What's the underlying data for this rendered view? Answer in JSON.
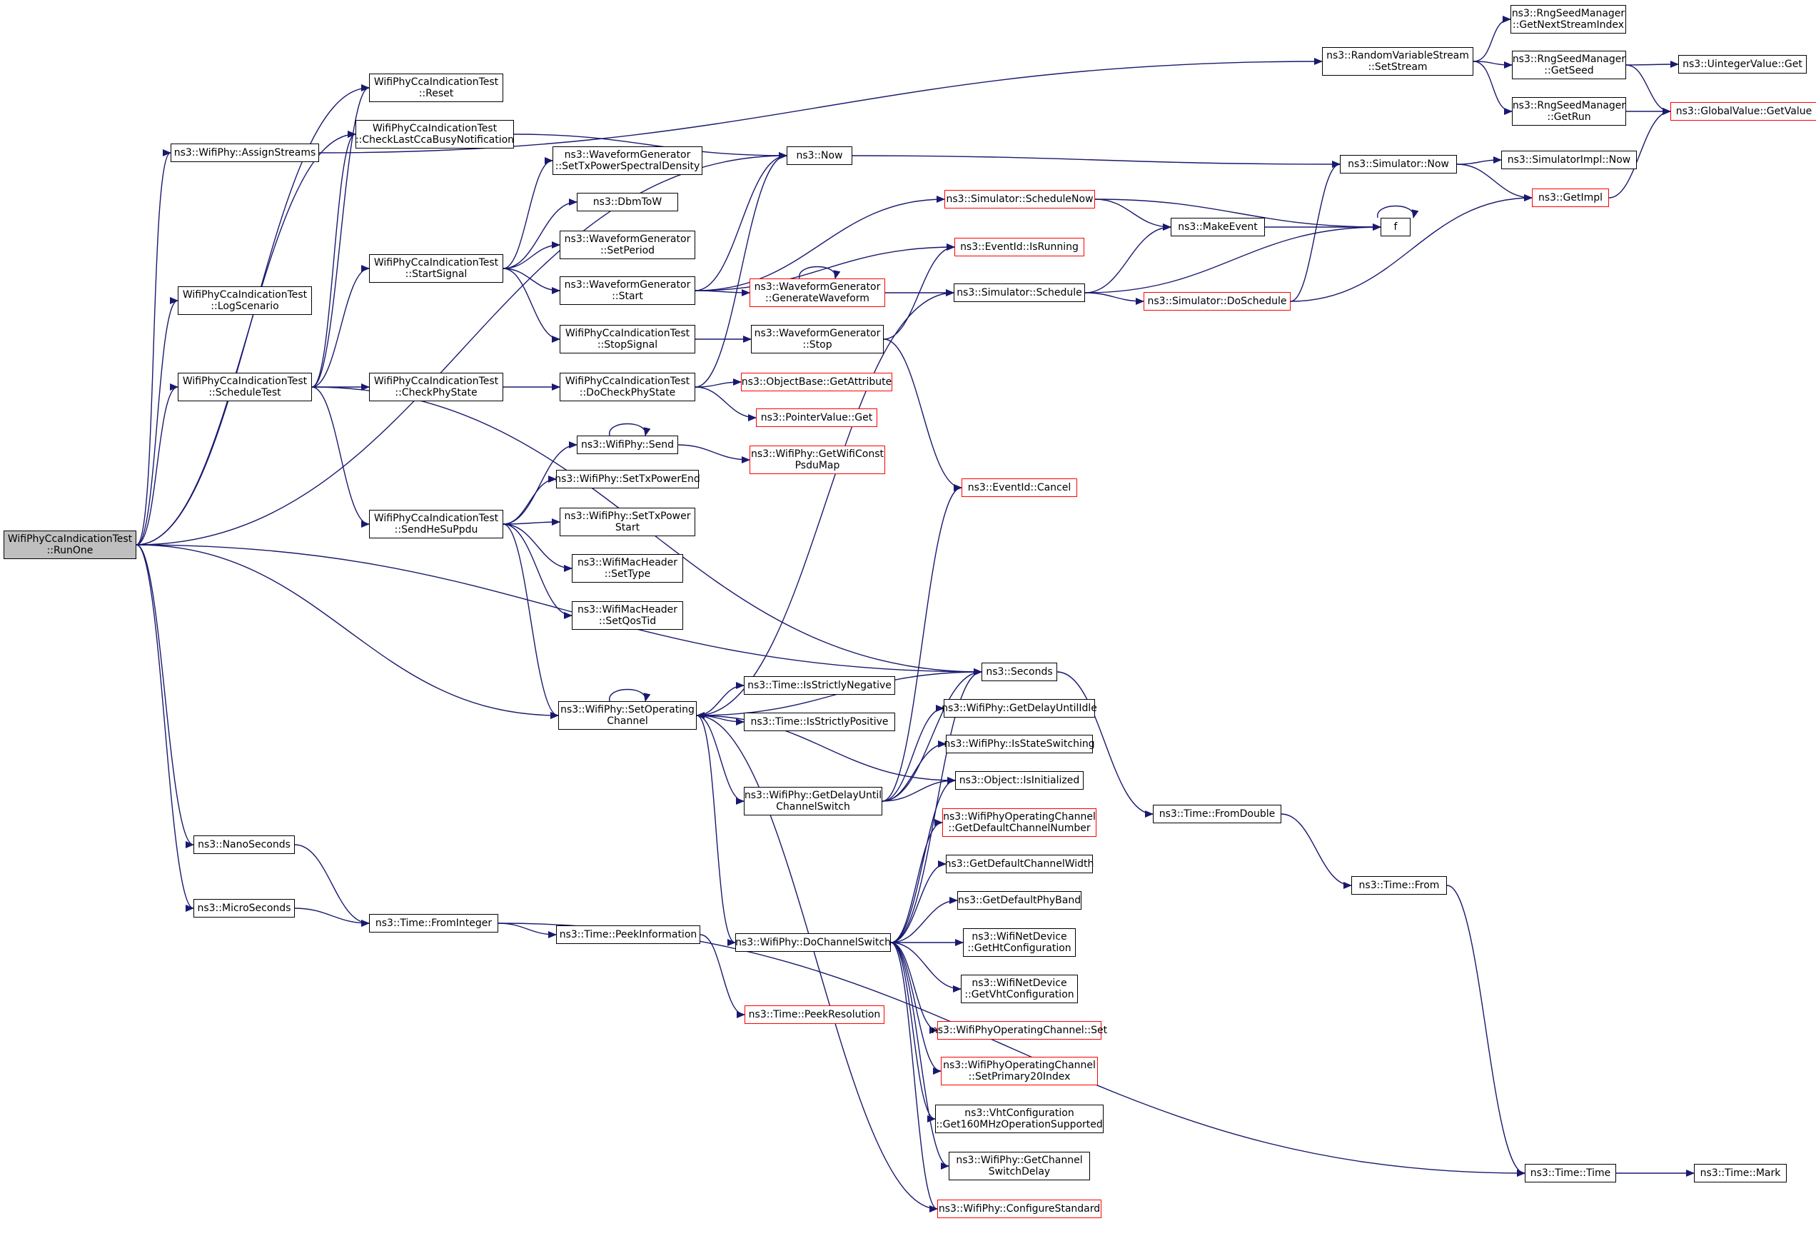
{
  "colors": {
    "edge": "#191970",
    "normal_border": "#000000",
    "truncated_border": "#ff0000",
    "root_fill": "#bfbfbf"
  },
  "nodes": [
    {
      "id": "n0",
      "lines": [
        "WifiPhyCcaIndicationTest",
        "::RunOne"
      ],
      "root": true
    },
    {
      "id": "n1",
      "lines": [
        "ns3::WifiPhy::AssignStreams"
      ]
    },
    {
      "id": "n2",
      "lines": [
        "WifiPhyCcaIndicationTest",
        "::LogScenario"
      ]
    },
    {
      "id": "n3",
      "lines": [
        "WifiPhyCcaIndicationTest",
        "::ScheduleTest"
      ]
    },
    {
      "id": "n4",
      "lines": [
        "ns3::NanoSeconds"
      ]
    },
    {
      "id": "n5",
      "lines": [
        "ns3::MicroSeconds"
      ]
    },
    {
      "id": "n6",
      "lines": [
        "ns3::RandomVariableStream",
        "::SetStream"
      ]
    },
    {
      "id": "n7",
      "lines": [
        "WifiPhyCcaIndicationTest",
        "::Reset"
      ]
    },
    {
      "id": "n8",
      "lines": [
        "WifiPhyCcaIndicationTest",
        "::CheckLastCcaBusyNotification"
      ]
    },
    {
      "id": "n9",
      "lines": [
        "WifiPhyCcaIndicationTest",
        "::StartSignal"
      ]
    },
    {
      "id": "n10",
      "lines": [
        "WifiPhyCcaIndicationTest",
        "::CheckPhyState"
      ]
    },
    {
      "id": "n11",
      "lines": [
        "WifiPhyCcaIndicationTest",
        "::SendHeSuPpdu"
      ]
    },
    {
      "id": "n12",
      "lines": [
        "ns3::WifiPhy::SetOperating",
        "Channel"
      ]
    },
    {
      "id": "n13",
      "lines": [
        "ns3::Time::FromInteger"
      ]
    },
    {
      "id": "n14",
      "lines": [
        "ns3::WaveformGenerator",
        "::SetTxPowerSpectralDensity"
      ]
    },
    {
      "id": "n15",
      "lines": [
        "ns3::DbmToW"
      ]
    },
    {
      "id": "n16",
      "lines": [
        "ns3::WaveformGenerator",
        "::SetPeriod"
      ]
    },
    {
      "id": "n17",
      "lines": [
        "ns3::WaveformGenerator",
        "::Start"
      ]
    },
    {
      "id": "n18",
      "lines": [
        "WifiPhyCcaIndicationTest",
        "::StopSignal"
      ]
    },
    {
      "id": "n19",
      "lines": [
        "WifiPhyCcaIndicationTest",
        "::DoCheckPhyState"
      ]
    },
    {
      "id": "n20",
      "lines": [
        "ns3::WifiPhy::Send"
      ]
    },
    {
      "id": "n21",
      "lines": [
        "ns3::WifiPhy::SetTxPowerEnd"
      ]
    },
    {
      "id": "n22",
      "lines": [
        "ns3::WifiPhy::SetTxPower",
        "Start"
      ]
    },
    {
      "id": "n23",
      "lines": [
        "ns3::WifiMacHeader",
        "::SetType"
      ]
    },
    {
      "id": "n24",
      "lines": [
        "ns3::WifiMacHeader",
        "::SetQosTid"
      ]
    },
    {
      "id": "n25",
      "lines": [
        "ns3::Time::IsStrictlyNegative"
      ]
    },
    {
      "id": "n26",
      "lines": [
        "ns3::Time::IsStrictlyPositive"
      ]
    },
    {
      "id": "n27",
      "lines": [
        "ns3::WifiPhy::GetDelayUntil",
        "ChannelSwitch"
      ]
    },
    {
      "id": "n28",
      "lines": [
        "ns3::WifiPhy::DoChannelSwitch"
      ]
    },
    {
      "id": "n29",
      "lines": [
        "ns3::Time::PeekInformation"
      ]
    },
    {
      "id": "n30",
      "lines": [
        "ns3::Now"
      ]
    },
    {
      "id": "n31",
      "lines": [
        "ns3::Simulator::ScheduleNow"
      ],
      "red": true
    },
    {
      "id": "n32",
      "lines": [
        "ns3::EventId::IsRunning"
      ],
      "red": true
    },
    {
      "id": "n33",
      "lines": [
        "ns3::WaveformGenerator",
        "::GenerateWaveform"
      ],
      "red": true
    },
    {
      "id": "n34",
      "lines": [
        "ns3::WaveformGenerator",
        "::Stop"
      ]
    },
    {
      "id": "n35",
      "lines": [
        "ns3::ObjectBase::GetAttribute"
      ],
      "red": true
    },
    {
      "id": "n36",
      "lines": [
        "ns3::PointerValue::Get"
      ],
      "red": true
    },
    {
      "id": "n37",
      "lines": [
        "ns3::WifiPhy::GetWifiConst",
        "PsduMap"
      ],
      "red": true
    },
    {
      "id": "n38",
      "lines": [
        "ns3::EventId::Cancel"
      ],
      "red": true
    },
    {
      "id": "n39",
      "lines": [
        "ns3::Seconds"
      ]
    },
    {
      "id": "n40",
      "lines": [
        "ns3::WifiPhy::GetDelayUntilIdle"
      ]
    },
    {
      "id": "n41",
      "lines": [
        "ns3::WifiPhy::IsStateSwitching"
      ]
    },
    {
      "id": "n42",
      "lines": [
        "ns3::Object::IsInitialized"
      ]
    },
    {
      "id": "n43",
      "lines": [
        "ns3::WifiPhyOperatingChannel",
        "::GetDefaultChannelNumber"
      ],
      "red": true
    },
    {
      "id": "n44",
      "lines": [
        "ns3::GetDefaultChannelWidth"
      ]
    },
    {
      "id": "n45",
      "lines": [
        "ns3::GetDefaultPhyBand"
      ]
    },
    {
      "id": "n46",
      "lines": [
        "ns3::WifiNetDevice",
        "::GetHtConfiguration"
      ]
    },
    {
      "id": "n47",
      "lines": [
        "ns3::WifiNetDevice",
        "::GetVhtConfiguration"
      ]
    },
    {
      "id": "n48",
      "lines": [
        "ns3::WifiPhyOperatingChannel::Set"
      ],
      "red": true
    },
    {
      "id": "n49",
      "lines": [
        "ns3::WifiPhyOperatingChannel",
        "::SetPrimary20Index"
      ],
      "red": true
    },
    {
      "id": "n50",
      "lines": [
        "ns3::VhtConfiguration",
        "::Get160MHzOperationSupported"
      ]
    },
    {
      "id": "n51",
      "lines": [
        "ns3::WifiPhy::GetChannel",
        "SwitchDelay"
      ]
    },
    {
      "id": "n52",
      "lines": [
        "ns3::WifiPhy::ConfigureStandard"
      ],
      "red": true
    },
    {
      "id": "n53",
      "lines": [
        "ns3::Time::PeekResolution"
      ],
      "red": true
    },
    {
      "id": "n54",
      "lines": [
        "ns3::Simulator::Schedule"
      ]
    },
    {
      "id": "n55",
      "lines": [
        "ns3::Simulator::DoSchedule"
      ],
      "red": true
    },
    {
      "id": "n56",
      "lines": [
        "ns3::MakeEvent"
      ]
    },
    {
      "id": "n57",
      "lines": [
        "f"
      ]
    },
    {
      "id": "n58",
      "lines": [
        "ns3::Simulator::Now"
      ]
    },
    {
      "id": "n59",
      "lines": [
        "ns3::SimulatorImpl::Now"
      ]
    },
    {
      "id": "n60",
      "lines": [
        "ns3::GetImpl"
      ],
      "red": true
    },
    {
      "id": "n61",
      "lines": [
        "ns3::RngSeedManager",
        "::GetNextStreamIndex"
      ]
    },
    {
      "id": "n62",
      "lines": [
        "ns3::RngSeedManager",
        "::GetSeed"
      ]
    },
    {
      "id": "n63",
      "lines": [
        "ns3::RngSeedManager",
        "::GetRun"
      ]
    },
    {
      "id": "n64",
      "lines": [
        "ns3::UintegerValue::Get"
      ]
    },
    {
      "id": "n65",
      "lines": [
        "ns3::GlobalValue::GetValue"
      ],
      "red": true
    },
    {
      "id": "n66",
      "lines": [
        "ns3::Time::FromDouble"
      ]
    },
    {
      "id": "n67",
      "lines": [
        "ns3::Time::From"
      ]
    },
    {
      "id": "n68",
      "lines": [
        "ns3::Time::Time"
      ]
    },
    {
      "id": "n69",
      "lines": [
        "ns3::Time::Mark"
      ]
    }
  ],
  "edges": [
    [
      "n0",
      "n1"
    ],
    [
      "n0",
      "n2"
    ],
    [
      "n0",
      "n3"
    ],
    [
      "n0",
      "n4"
    ],
    [
      "n0",
      "n5"
    ],
    [
      "n0",
      "n7"
    ],
    [
      "n0",
      "n8"
    ],
    [
      "n0",
      "n12"
    ],
    [
      "n0",
      "n39"
    ],
    [
      "n0",
      "n30"
    ],
    [
      "n1",
      "n6"
    ],
    [
      "n3",
      "n7"
    ],
    [
      "n3",
      "n8"
    ],
    [
      "n3",
      "n9"
    ],
    [
      "n3",
      "n10"
    ],
    [
      "n3",
      "n11"
    ],
    [
      "n3",
      "n39"
    ],
    [
      "n4",
      "n13"
    ],
    [
      "n5",
      "n13"
    ],
    [
      "n6",
      "n61"
    ],
    [
      "n6",
      "n62"
    ],
    [
      "n6",
      "n63"
    ],
    [
      "n62",
      "n64"
    ],
    [
      "n62",
      "n65"
    ],
    [
      "n63",
      "n65"
    ],
    [
      "n8",
      "n30"
    ],
    [
      "n9",
      "n14"
    ],
    [
      "n9",
      "n15"
    ],
    [
      "n9",
      "n16"
    ],
    [
      "n9",
      "n17"
    ],
    [
      "n9",
      "n18"
    ],
    [
      "n10",
      "n19"
    ],
    [
      "n11",
      "n20"
    ],
    [
      "n11",
      "n21"
    ],
    [
      "n11",
      "n22"
    ],
    [
      "n11",
      "n23"
    ],
    [
      "n11",
      "n24"
    ],
    [
      "n11",
      "n12"
    ],
    [
      "n12",
      "n12"
    ],
    [
      "n12",
      "n25"
    ],
    [
      "n12",
      "n26"
    ],
    [
      "n12",
      "n27"
    ],
    [
      "n12",
      "n28"
    ],
    [
      "n12",
      "n39"
    ],
    [
      "n12",
      "n54"
    ],
    [
      "n12",
      "n42"
    ],
    [
      "n13",
      "n29"
    ],
    [
      "n13",
      "n68"
    ],
    [
      "n17",
      "n30"
    ],
    [
      "n17",
      "n31"
    ],
    [
      "n17",
      "n32"
    ],
    [
      "n17",
      "n33"
    ],
    [
      "n33",
      "n33"
    ],
    [
      "n33",
      "n54"
    ],
    [
      "n18",
      "n34"
    ],
    [
      "n34",
      "n32"
    ],
    [
      "n34",
      "n38"
    ],
    [
      "n19",
      "n30"
    ],
    [
      "n19",
      "n35"
    ],
    [
      "n19",
      "n36"
    ],
    [
      "n20",
      "n20"
    ],
    [
      "n20",
      "n37"
    ],
    [
      "n27",
      "n39"
    ],
    [
      "n27",
      "n40"
    ],
    [
      "n27",
      "n41"
    ],
    [
      "n27",
      "n42"
    ],
    [
      "n27",
      "n38"
    ],
    [
      "n28",
      "n39"
    ],
    [
      "n28",
      "n42"
    ],
    [
      "n28",
      "n43"
    ],
    [
      "n28",
      "n44"
    ],
    [
      "n28",
      "n45"
    ],
    [
      "n28",
      "n46"
    ],
    [
      "n28",
      "n47"
    ],
    [
      "n28",
      "n48"
    ],
    [
      "n28",
      "n49"
    ],
    [
      "n28",
      "n50"
    ],
    [
      "n28",
      "n51"
    ],
    [
      "n28",
      "n52"
    ],
    [
      "n52",
      "n12"
    ],
    [
      "n29",
      "n53"
    ],
    [
      "n30",
      "n58"
    ],
    [
      "n58",
      "n59"
    ],
    [
      "n58",
      "n60"
    ],
    [
      "n60",
      "n65"
    ],
    [
      "n31",
      "n56"
    ],
    [
      "n31",
      "n57"
    ],
    [
      "n54",
      "n56"
    ],
    [
      "n54",
      "n55"
    ],
    [
      "n54",
      "n57"
    ],
    [
      "n55",
      "n58"
    ],
    [
      "n55",
      "n60"
    ],
    [
      "n56",
      "n57"
    ],
    [
      "n57",
      "n57"
    ],
    [
      "n39",
      "n66"
    ],
    [
      "n66",
      "n67"
    ],
    [
      "n67",
      "n68"
    ],
    [
      "n68",
      "n69"
    ]
  ]
}
